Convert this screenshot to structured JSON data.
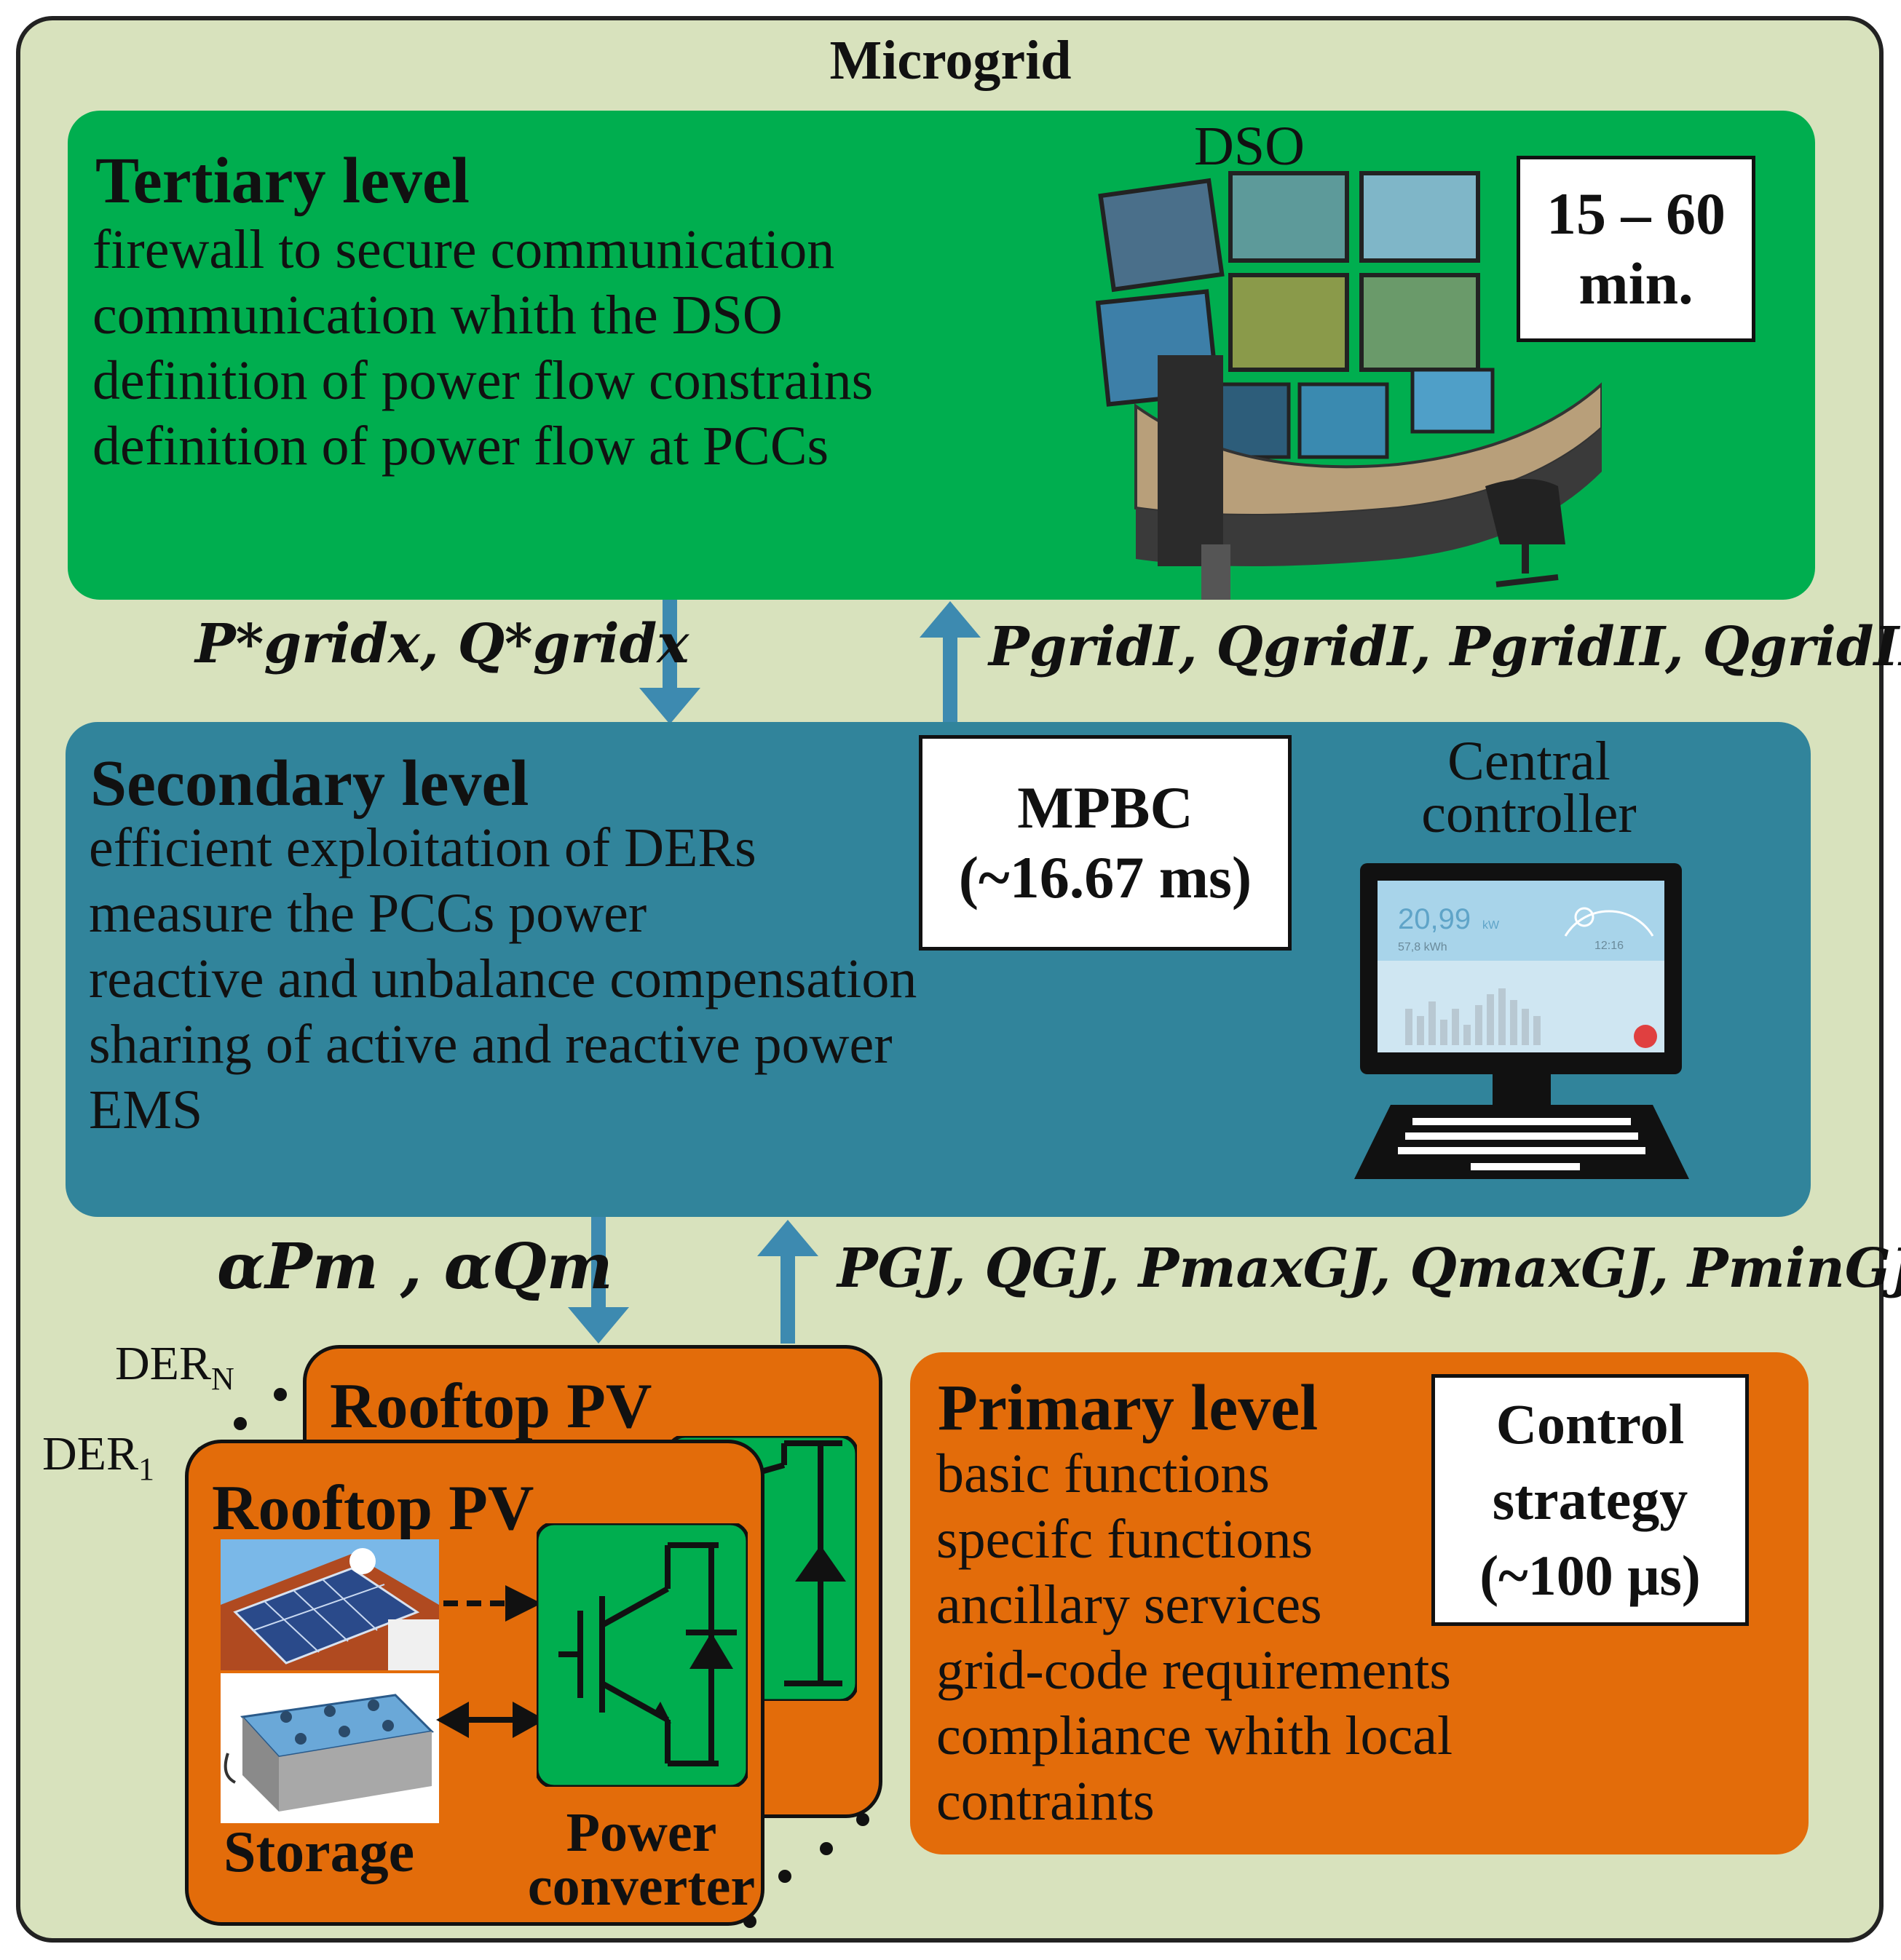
{
  "outer_title": "Microgrid",
  "tertiary": {
    "title": "Tertiary level",
    "lines": [
      "firewall to secure communication",
      "communication whith the DSO",
      "definition of power flow  constrains",
      "definition of  power   flow at PCCs"
    ],
    "dso_label": "DSO",
    "time_line1": "15 – 60",
    "time_line2": "min."
  },
  "arrows_top": {
    "down_label": "P*gridx, Q*gridx",
    "up_label": "PgridI, QgridI, PgridII, QgridII"
  },
  "secondary": {
    "title": "Secondary level",
    "lines": [
      "efficient exploitation of DERs",
      "measure the PCCs power",
      "reactive and unbalance compensation",
      "sharing of active  and reactive power",
      "EMS"
    ],
    "mpbc_line1": "MPBC",
    "mpbc_line2": "(~16.67 ms)",
    "controller_line1": "Central",
    "controller_line2": "controller",
    "screen_value": "20,99",
    "screen_unit": "kW",
    "screen_sub": "57,8 kWh",
    "screen_time": "12:16"
  },
  "arrows_bottom": {
    "down_label": "αPm , αQm",
    "up_label": "PGJ, QGJ, PmaxGJ, QmaxGJ, PminGJ"
  },
  "der": {
    "label_n": "DER",
    "label_n_sub": "N",
    "label_1": "DER",
    "label_1_sub": "1",
    "card_title": "Rooftop PV",
    "storage_label": "Storage",
    "converter_line1": "Power",
    "converter_line2": "converter"
  },
  "primary": {
    "title": "Primary level",
    "lines": [
      "basic functions",
      "specifc functions",
      "ancillary services",
      "grid-code requirements",
      "compliance whith local",
      "contraints"
    ],
    "strategy_line1": "Control",
    "strategy_line2": "strategy",
    "strategy_line3": "(~100 μs)"
  },
  "colors": {
    "background": "#d8e2bd",
    "tertiary": "#00ae4f",
    "secondary": "#31849b",
    "primary": "#e36c0a",
    "arrow": "#3d8ab0"
  }
}
